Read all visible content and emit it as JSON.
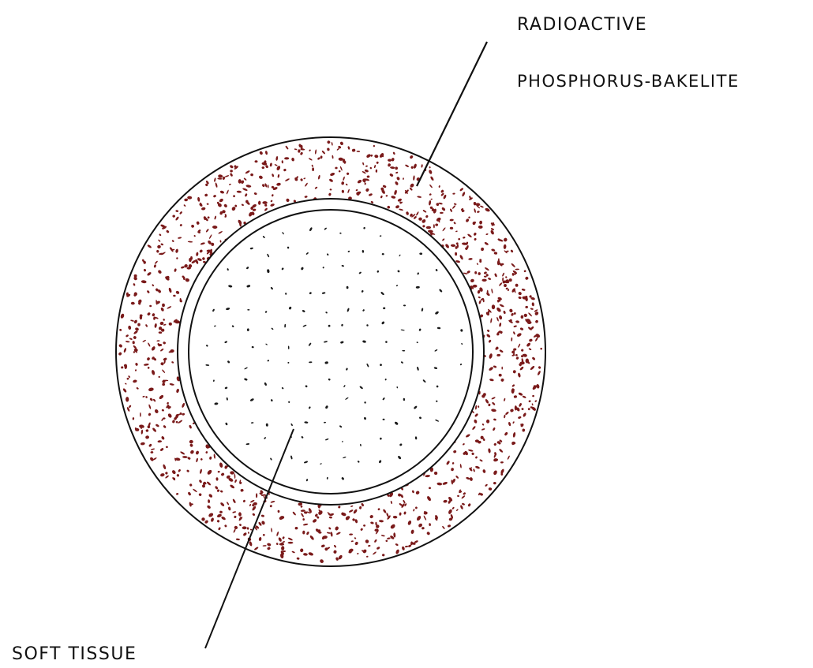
{
  "diagram": {
    "labels": {
      "radioactive_line1": "RADIOACTIVE",
      "radioactive_line2": "PHOSPHORUS-BAKELITE",
      "soft_tissue": "SOFT TISSUE"
    },
    "colors": {
      "background": "#ffffff",
      "ink": "#111111",
      "radioactive_speckle": "#7a1a1a",
      "tissue_dot": "#1a1a1a"
    }
  }
}
